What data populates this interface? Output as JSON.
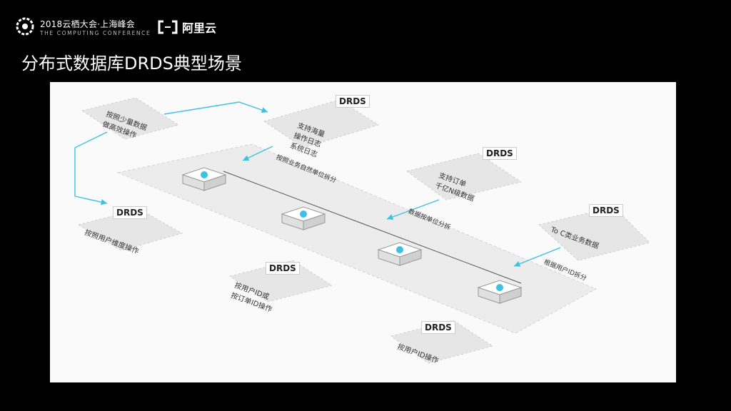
{
  "header": {
    "conference_title": "2018云栖大会·上海峰会",
    "conference_subtitle": "THE COMPUTING CONFERENCE",
    "brand_name": "阿里云"
  },
  "page": {
    "title": "分布式数据库DRDS典型场景"
  },
  "diagram": {
    "drds_label": "DRDS",
    "nodes": {
      "top_left": "按照少量数据\n做高效操作",
      "top_center": "支持海量\n操作日志\n系统日志",
      "right_mid": "支持订单\n千亿N级数据",
      "right": "To C类业务数据",
      "left_drds": "按照用户维度操作",
      "center_drds": "按用户ID或\n按订单ID操作",
      "bottom_drds": "按用户ID操作"
    },
    "edge_labels": {
      "e1": "按照业务自然单位拆分",
      "e2": "数据按单位分拆",
      "e3": "根据用户ID拆分"
    }
  }
}
